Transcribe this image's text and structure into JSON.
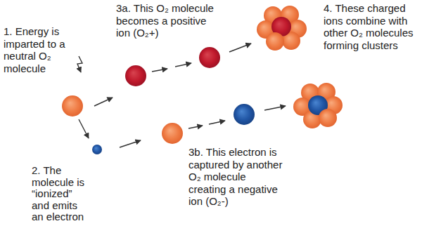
{
  "diagram": {
    "labels": [
      "1. Energy is imparted to a neutral O₂ molecule",
      "2. The molecule is “ionized” and emits an electron",
      "3a. This O₂ molecule becomes a positive ion (O₂+)",
      "3b. This electron is captured by another O₂ molecule creating a negative ion (O₂-)",
      "4. These charged ions combine with other O₂ molecules forming clusters"
    ]
  }
}
